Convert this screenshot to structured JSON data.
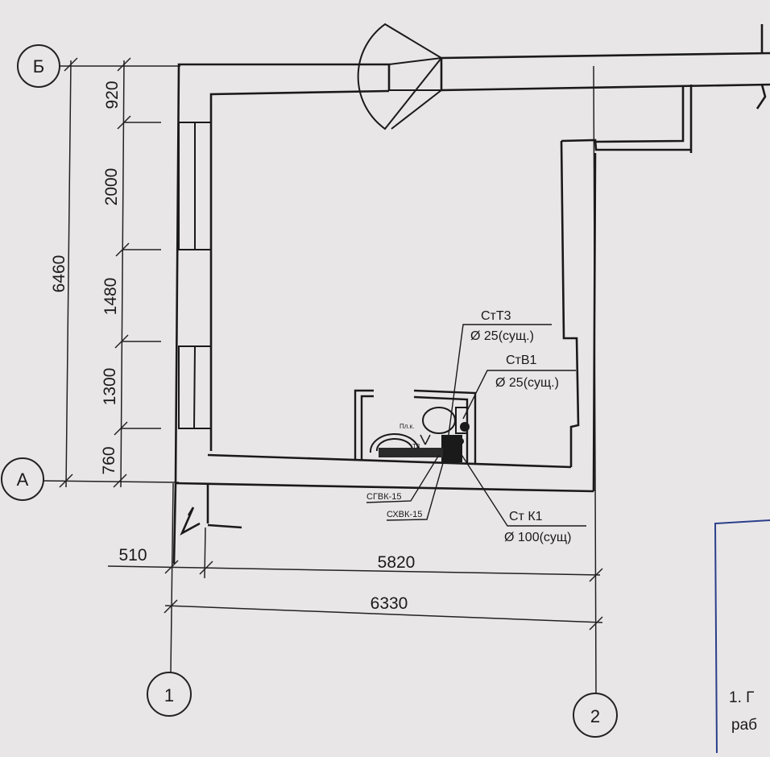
{
  "axes": {
    "B": "Б",
    "A": "А",
    "one": "1",
    "two": "2"
  },
  "dimensions": {
    "overall_height": "6460",
    "segments": [
      "920",
      "2000",
      "1480",
      "1300",
      "760"
    ],
    "left_offset": "510",
    "inner_width": "5820",
    "overall_width": "6330"
  },
  "risers": {
    "st_t3": {
      "label": "СтТ3",
      "diameter": "Ø 25(сущ.)"
    },
    "st_v1": {
      "label": "СтВ1",
      "diameter": "Ø 25(сущ.)"
    },
    "st_k1": {
      "label": "Ст К1",
      "diameter": "Ø 100(сущ)"
    }
  },
  "fixture_labels": {
    "sgvk": "СГВК-15",
    "shvk": "СХВК-15",
    "floor_drain": "Пл.к.",
    "t3": "Т3"
  },
  "side_note": {
    "line1": "1. Г",
    "line2": "раб"
  }
}
